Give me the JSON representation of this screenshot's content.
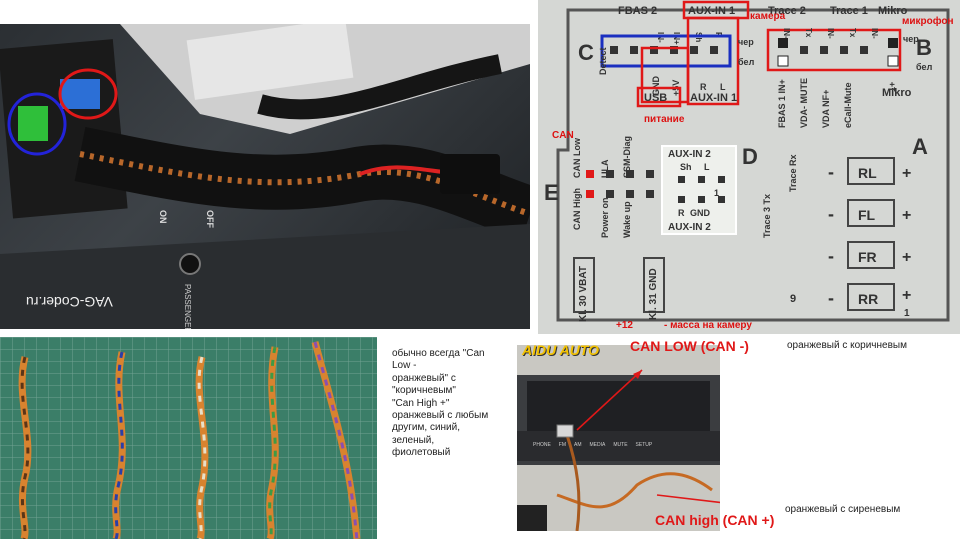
{
  "harness_photo": {
    "watermark": "VAG-Coder.ru",
    "airbag_label": "PASSENGER AIR BAG",
    "airbag_on": "ON",
    "airbag_off": "OFF"
  },
  "pinout": {
    "top_labels": [
      "FBAS 2",
      "AUX-IN 1",
      "Trace 2",
      "Trace 1",
      "Mikro"
    ],
    "camera_note": "камера",
    "microphone_note": "микрофон",
    "black_left": "чер",
    "white_left": "бел",
    "black_right": "чер",
    "white_right": "бел",
    "block_c": "C",
    "block_b": "B",
    "block_d": "D",
    "block_e": "E",
    "block_a": "A",
    "c_pins_top": [
      "IN-",
      "IN+",
      "Sh",
      "R"
    ],
    "c_pins_bottom": [
      "Detect",
      "GND",
      "+5V",
      "R",
      "L"
    ],
    "usb_label": "USB",
    "aux_in1_label": "AUX-IN 1",
    "power_note": "питание",
    "b_pins_top": [
      "IN-",
      "Tx",
      "IN-",
      "Tx",
      "IN-"
    ],
    "b_pins_bottom": [
      "FBAS 1 IN+",
      "VDA- MUTE",
      "VDA NF+",
      "eCall-Mute",
      "1+",
      "Mikro"
    ],
    "can_note": "CAN",
    "e_pins_top": [
      "CAN Low",
      "ULA",
      "SSM-Diag"
    ],
    "e_pins_bottom": [
      "CAN High",
      "Power on",
      "Wake up"
    ],
    "aux_in2_top": "AUX-IN 2",
    "aux_in2_pins": [
      "Sh",
      "L",
      "R",
      "GND"
    ],
    "aux_in2_bottom": "AUX-IN 2",
    "trace_rx": "Trace Rx",
    "trace3_tx": "Trace 3 Tx",
    "kl30": "Kl. 30 VBAT",
    "kl31": "Kl. 31 GND",
    "plus12_note": "+12",
    "ground_note": "- масса на камеру",
    "num_9": "9",
    "num_1": "1",
    "speakers": [
      {
        "name": "RL",
        "minus": "-",
        "plus": "+"
      },
      {
        "name": "FL",
        "minus": "-",
        "plus": "+"
      },
      {
        "name": "FR",
        "minus": "-",
        "plus": "+"
      },
      {
        "name": "RR",
        "minus": "-",
        "plus": "+"
      }
    ],
    "rr_plus_sub": "1"
  },
  "note_text": {
    "lines": [
      "обычно всегда \"Can",
      "Low -",
      "оранжевый\" с",
      "\"коричневым\"",
      "\"Can High +\"",
      "оранжевый с любым",
      "другим, синий,",
      "зеленый,",
      "фиолетовый"
    ]
  },
  "can_photo": {
    "brand": "AIDU AUTO",
    "can_low": "CAN LOW (CAN -)",
    "can_high": "CAN high (CAN +)",
    "buttons": [
      "PHONE",
      "FM",
      "AM",
      "MEDIA",
      "MUTE",
      "SETUP"
    ]
  },
  "annotations": {
    "low_color": "оранжевый с коричневым",
    "high_color": "оранжевый с сиреневым"
  },
  "colors": {
    "accent_red": "#e01818",
    "accent_blue": "#1a2fc0",
    "wire_orange": "#d8832f"
  }
}
